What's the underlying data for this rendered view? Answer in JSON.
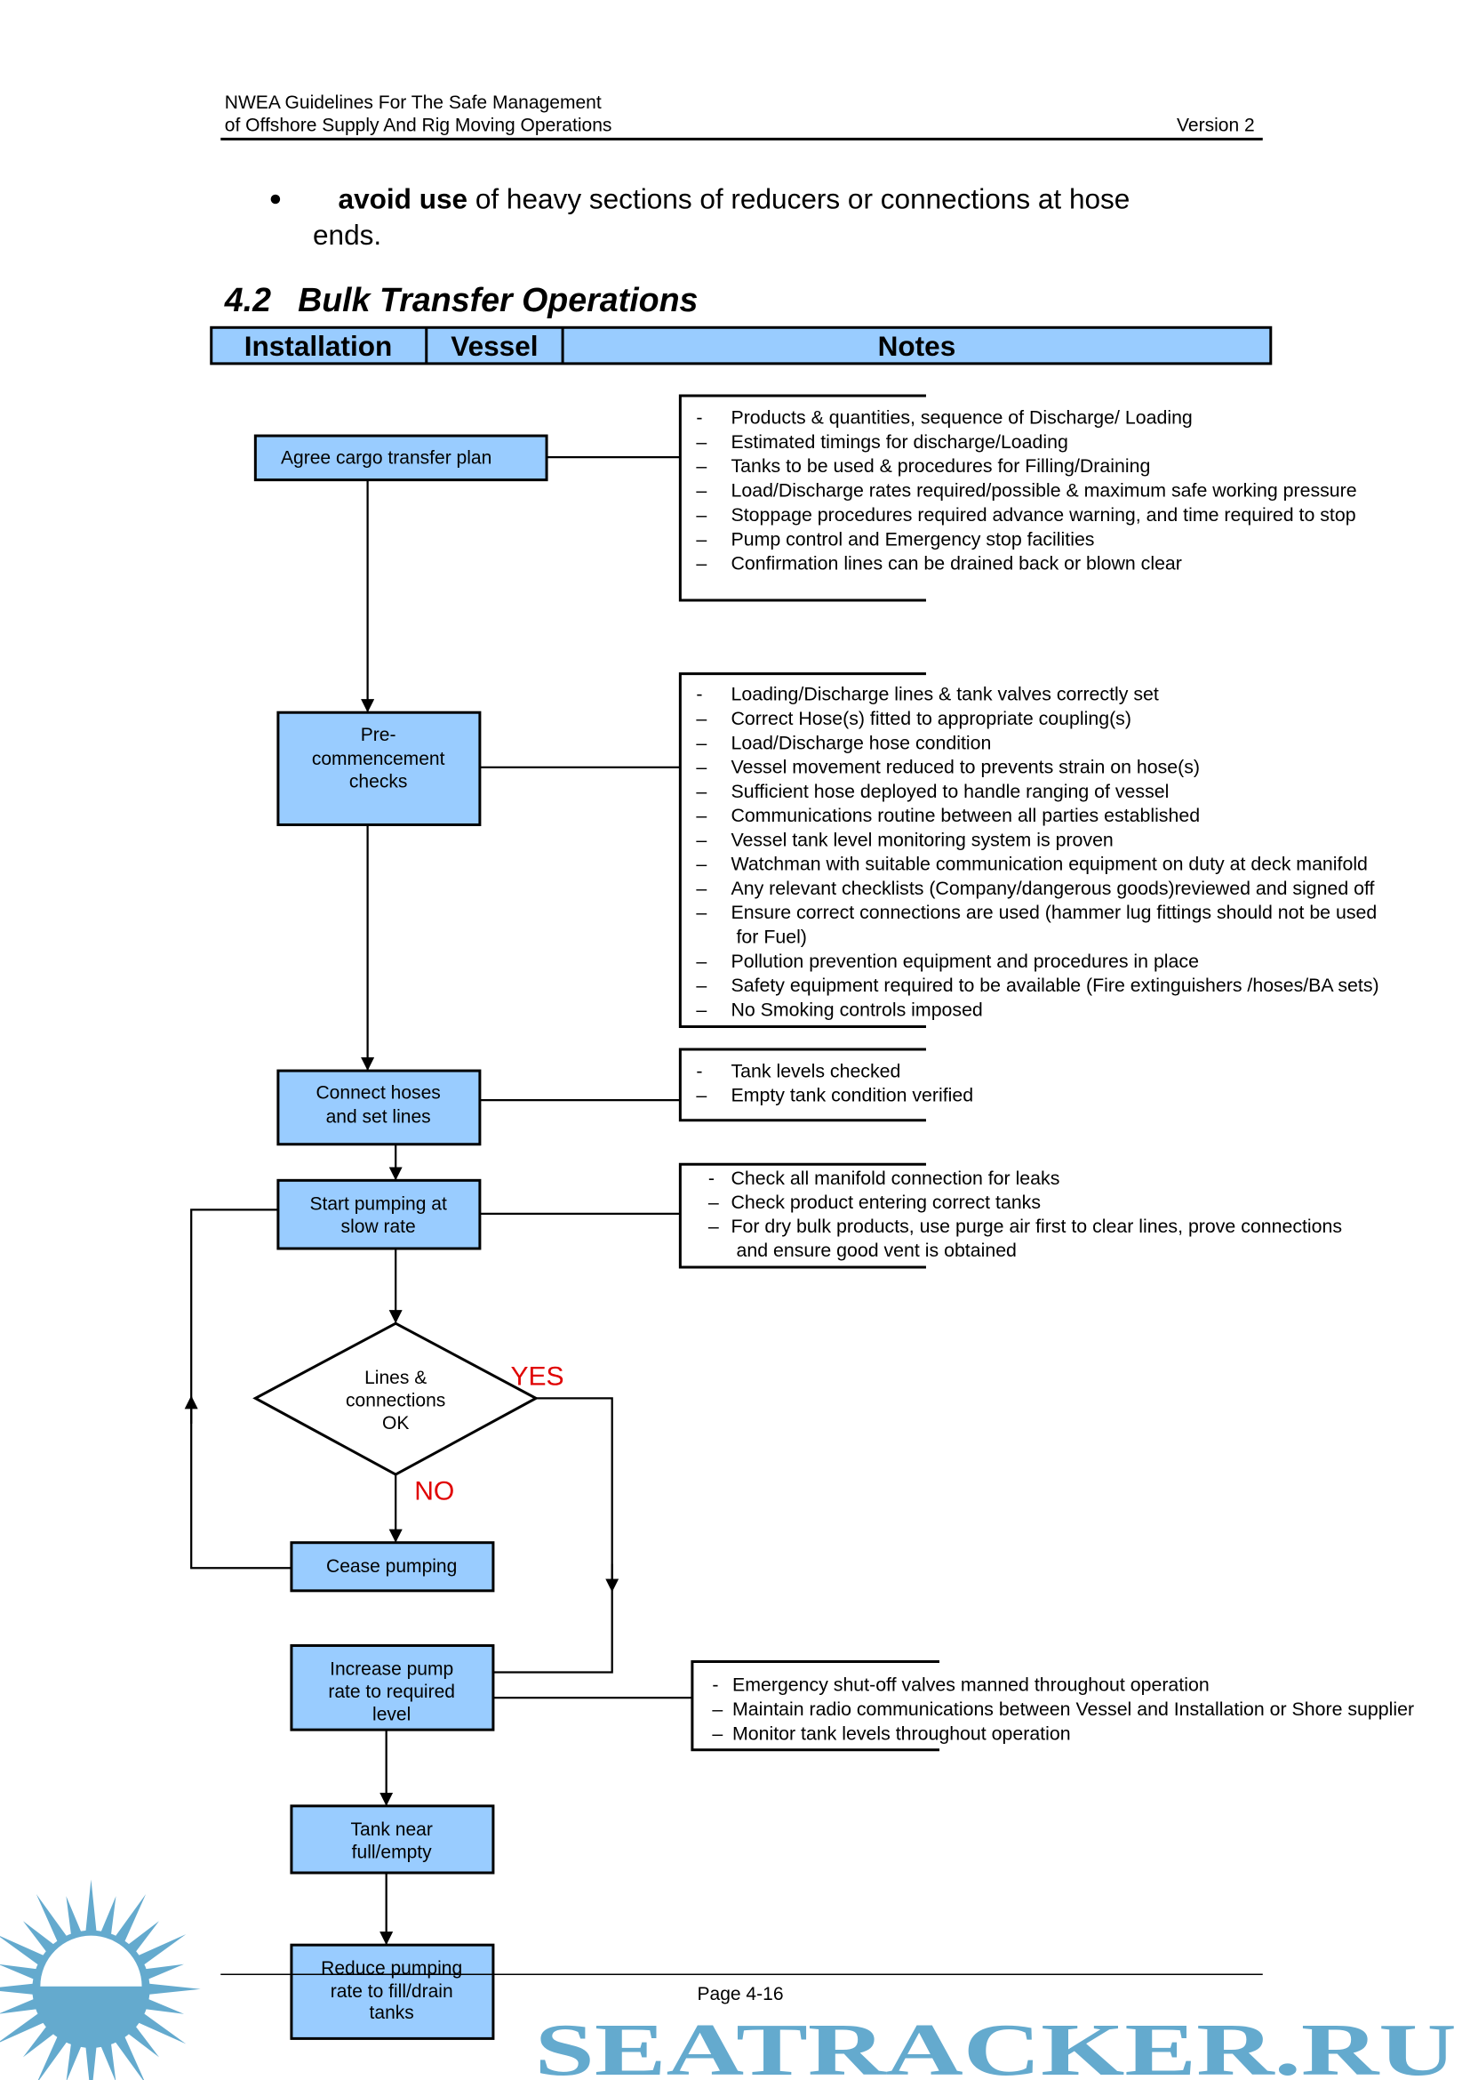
{
  "header": {
    "line1": "NWEA Guidelines For The Safe Management",
    "line2": "of Offshore Supply And Rig Moving Operations",
    "version": "Version 2"
  },
  "bullet": {
    "bold": "avoid use",
    "rest": " of heavy sections of reducers or connections at hose",
    "cont": "ends."
  },
  "section": {
    "number": "4.2",
    "title": "Bulk Transfer Operations"
  },
  "table_header": {
    "col1": "Installation",
    "col2": "Vessel",
    "col3": "Notes"
  },
  "colors": {
    "box_fill": "#99ccff",
    "label_red": "#e00000",
    "watermark": "#4a9cc6"
  },
  "flow": {
    "agree": "Agree cargo transfer plan",
    "precomm": [
      "Pre-",
      "commencement",
      "checks"
    ],
    "connect": [
      "Connect hoses",
      "and set lines"
    ],
    "start": [
      "Start pumping at",
      "slow rate"
    ],
    "decision": [
      "Lines &",
      "connections",
      "OK"
    ],
    "yes": "YES",
    "no": "NO",
    "cease": "Cease pumping",
    "increase": [
      "Increase pump",
      "rate to required",
      "level"
    ],
    "tank": [
      "Tank near",
      "full/empty"
    ],
    "reduce": [
      "Reduce pumping",
      "rate to fill/drain",
      "tanks"
    ]
  },
  "notes": {
    "n1": [
      "Products & quantities, sequence of Discharge/ Loading",
      "Estimated timings for discharge/Loading",
      "Tanks to be used & procedures for Filling/Draining",
      "Load/Discharge rates required/possible & maximum safe working pressure",
      "Stoppage procedures required advance warning, and time required to stop",
      "Pump control and Emergency stop facilities",
      "Confirmation lines can be drained back or blown clear"
    ],
    "n2": [
      "Loading/Discharge lines & tank valves correctly set",
      "Correct Hose(s) fitted to appropriate coupling(s)",
      "Load/Discharge hose condition",
      "Vessel movement reduced to prevents strain on hose(s)",
      "Sufficient hose deployed to handle ranging of vessel",
      "Communications routine between all parties established",
      "Vessel tank level monitoring system is proven",
      "Watchman with suitable communication equipment on duty at deck manifold",
      "Any relevant checklists (Company/dangerous goods)reviewed and signed off",
      "Ensure correct connections are used (hammer lug fittings should not be used",
      " for Fuel)",
      "Pollution prevention equipment and procedures in place",
      "Safety equipment required to be available (Fire extinguishers /hoses/BA sets)",
      "No Smoking controls imposed"
    ],
    "n3": [
      "Tank levels checked",
      "Empty tank condition verified"
    ],
    "n4": [
      "Check all manifold connection for leaks",
      "Check product entering correct tanks",
      "For dry bulk products, use purge air first to clear lines, prove connections",
      " and ensure good vent is obtained"
    ],
    "n5": [
      "Emergency shut-off valves manned throughout operation",
      "Maintain radio communications between Vessel and Installation or Shore supplier",
      "Monitor tank levels throughout operation"
    ]
  },
  "footer": {
    "page": "Page 4-16"
  },
  "watermark": {
    "text": "SEATRACKER.RU"
  }
}
